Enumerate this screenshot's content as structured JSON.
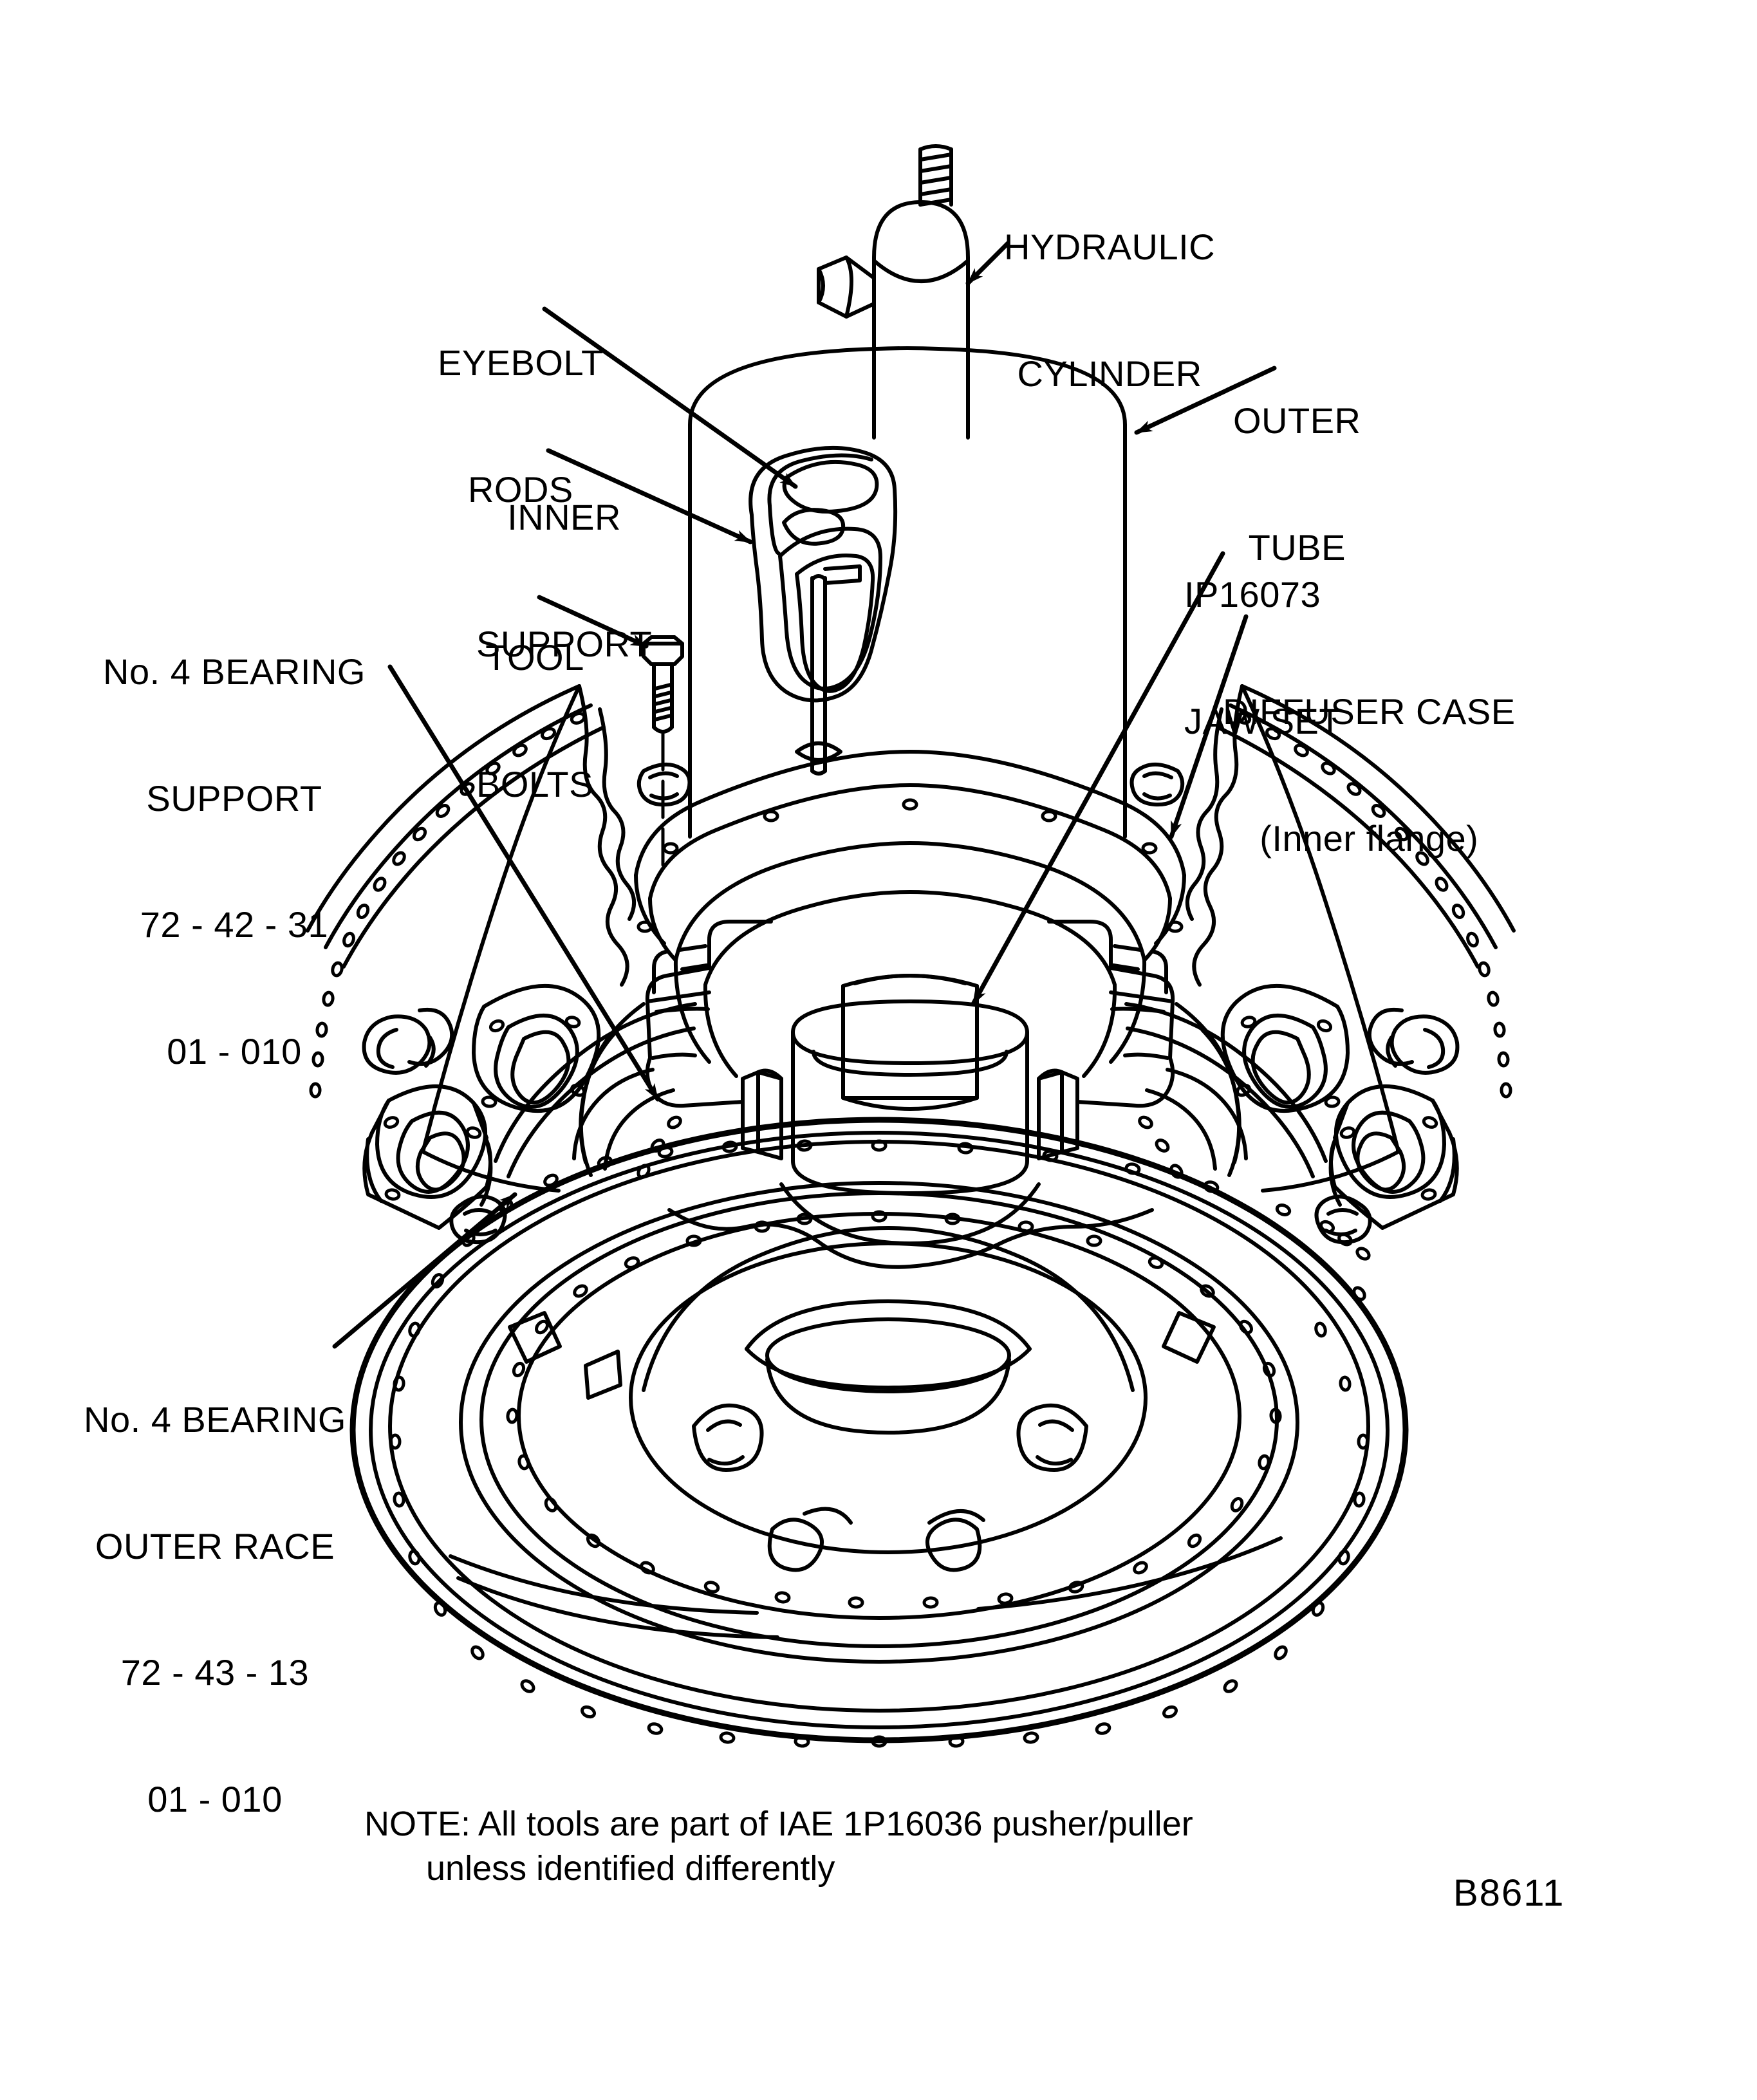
{
  "figure": {
    "id": "B8611",
    "subject": "No. 4 bearing pusher/puller tool installation on diffuser case",
    "note_lines": [
      "NOTE: All tools are part of IAE 1P16036 pusher/puller",
      "unless identified differently"
    ]
  },
  "callouts": {
    "hydraulic_cylinder": {
      "lines": [
        "HYDRAULIC",
        "CYLINDER"
      ]
    },
    "outer_tube": {
      "lines": [
        "OUTER",
        "TUBE"
      ]
    },
    "jaw_set": {
      "lines": [
        "IP16073",
        "JAW SET"
      ]
    },
    "diffuser_case": {
      "lines": [
        "DIFFUSER CASE",
        "(Inner flange)"
      ]
    },
    "eyebolt_rods": {
      "lines": [
        "EYEBOLT",
        "RODS"
      ]
    },
    "inner_support": {
      "lines": [
        "INNER",
        "SUPPORT"
      ]
    },
    "tool_bolts": {
      "lines": [
        "TOOL",
        "BOLTS"
      ]
    },
    "bearing_support": {
      "lines": [
        "No. 4 BEARING",
        "SUPPORT",
        "72 - 42 - 31",
        "01 - 010"
      ]
    },
    "bearing_outer_race": {
      "lines": [
        "No. 4 BEARING",
        "OUTER RACE",
        "72 - 43 - 13",
        "01 - 010"
      ]
    }
  },
  "colors": {
    "ink": "#000000",
    "paper": "#ffffff"
  }
}
